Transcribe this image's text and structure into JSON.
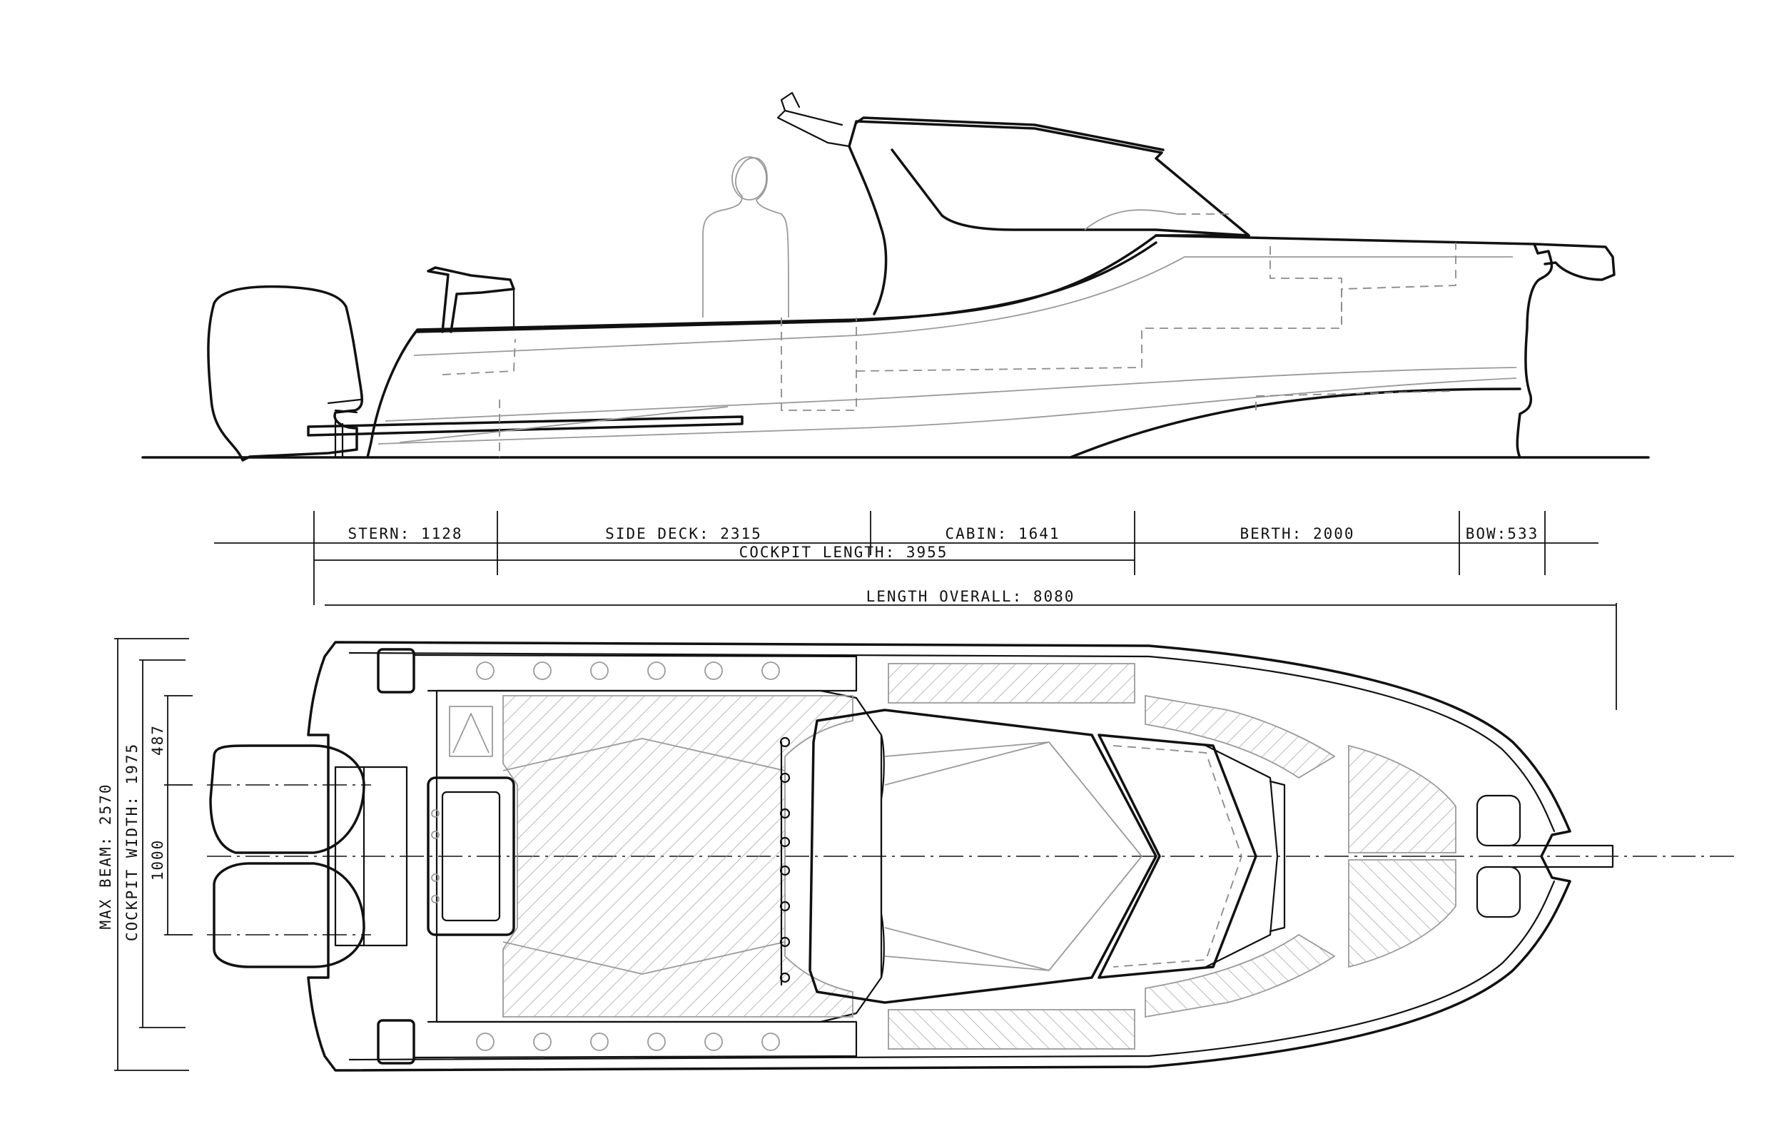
{
  "dimensions": {
    "stern": "STERN: 1128",
    "side_deck": "SIDE DECK: 2315",
    "cabin": "CABIN: 1641",
    "berth": "BERTH: 2000",
    "bow": "BOW:533",
    "cockpit_length": "COCKPIT LENGTH: 3955",
    "length_overall": "LENGTH OVERALL: 8080",
    "max_beam": "MAX BEAM: 2570",
    "cockpit_width": "COCKPIT WIDTH: 1975",
    "engine_spacing": "1000",
    "engine_offset": "487"
  },
  "colors": {
    "line": "#111111",
    "detail": "#9a9a9a"
  }
}
